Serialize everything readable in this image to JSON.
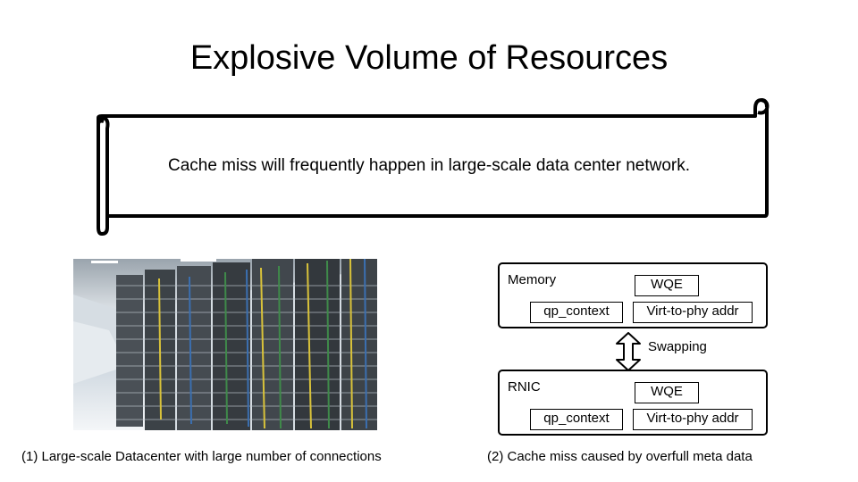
{
  "slide": {
    "title": "Explosive Volume of Resources",
    "scroll_text": "Cache miss will frequently happen in large-scale data center network."
  },
  "figure_left": {
    "image": "datacenter-server-racks-photo",
    "caption": "(1) Large-scale Datacenter with large number of connections"
  },
  "figure_right": {
    "memory_box": {
      "label": "Memory",
      "qp_context": "qp_context",
      "wqe": "WQE",
      "virt_to_phy": "Virt-to-phy addr"
    },
    "swap_label": "Swapping",
    "rnic_box": {
      "label": "RNIC",
      "qp_context": "qp_context",
      "wqe": "WQE",
      "virt_to_phy": "Virt-to-phy addr"
    },
    "caption": "(2) Cache miss caused by overfull meta data"
  },
  "colors": {
    "line": "#000000",
    "floor": "#e8edf2",
    "rack": "#3a3f44",
    "cable_yellow": "#d8c23a",
    "cable_green": "#3f8a4a",
    "cable_blue": "#3b6fb0"
  }
}
